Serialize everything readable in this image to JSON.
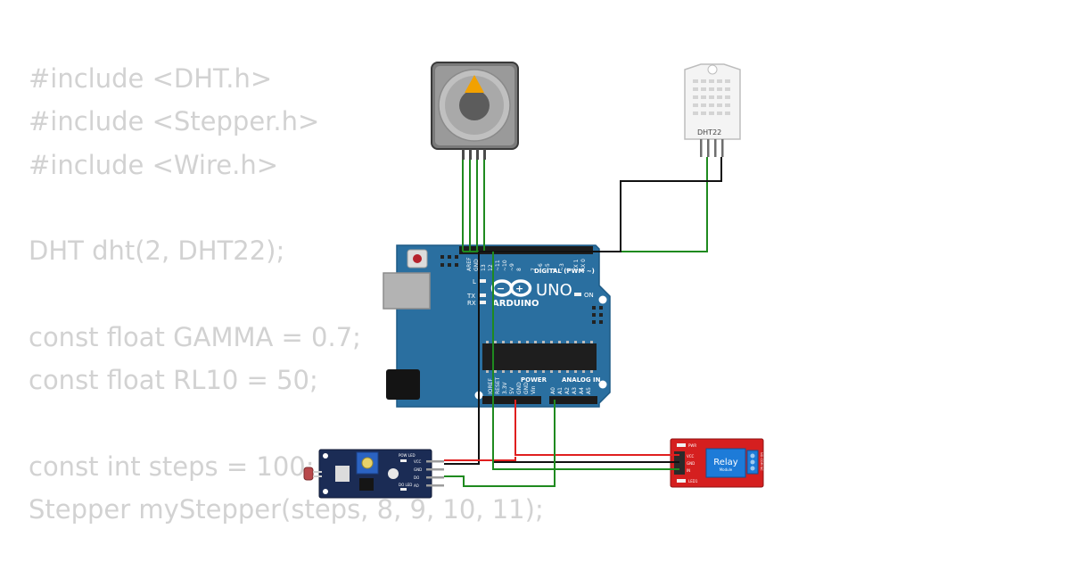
{
  "code_lines": [
    "#include <DHT.h>",
    "#include <Stepper.h>",
    "#include <Wire.h>",
    "",
    "DHT dht(2, DHT22);",
    "",
    "const float GAMMA = 0.7;",
    "const float RL10 = 50;",
    "",
    "const int steps = 100;",
    "Stepper myStepper(steps, 8, 9, 10, 11);"
  ],
  "board": {
    "uno_label": "UNO",
    "arduino_label": "ARDUINO",
    "digital_label": "DIGITAL (PWM ~)",
    "power_label": "POWER",
    "analog_label": "ANALOG IN",
    "on_label": "ON",
    "l_label": "L",
    "tx_label": "TX",
    "rx_label": "RX",
    "aref_label": "AREF",
    "gnd_label": "GND",
    "pin13_label": "13",
    "pin12_label": "12",
    "pin11_label": "~11",
    "pin10_label": "~10",
    "pin9_label": "~9",
    "pin8_label": "8",
    "pin7_label": "7",
    "pin6_label": "~6",
    "pin5_label": "~5",
    "pin4_label": "4",
    "pin3_label": "~3",
    "pin2_label": "2",
    "tx1_label": "TX 1",
    "rx0_label": "RX 0",
    "ioref_label": "IOREF",
    "reset_label": "RESET",
    "v33_label": "3.3V",
    "v5_label": "5V",
    "gnd1_label": "GND",
    "gnd2_label": "GND",
    "vin_label": "Vin",
    "a0_label": "A0",
    "a1_label": "A1",
    "a2_label": "A2",
    "a3_label": "A3",
    "a4_label": "A4",
    "a5_label": "A5"
  },
  "dht": {
    "label": "DHT22"
  },
  "ldr": {
    "vcc": "VCC",
    "gnd": "GND",
    "do": "DO",
    "ao": "AO",
    "pow_led": "POW LED",
    "do_led": "DO LED"
  },
  "relay": {
    "title": "Relay",
    "subtitle": "Module",
    "vcc": "VCC",
    "gnd": "GND",
    "in": "IN",
    "pwr": "PWR",
    "led1": "LED1",
    "terminals": "NO COM NC"
  },
  "colors": {
    "code_text": "#d2d2d2",
    "board_blue": "#2a6fa0",
    "wire_green": "#1f8a1f",
    "wire_black": "#111111",
    "wire_red": "#e01f1f",
    "relay_red": "#d51f1f",
    "relay_blue": "#1d7bd8",
    "ldr_blue": "#1b2c55",
    "stepper_grey": "#8e8e8e",
    "stepper_pointer": "#f2a100"
  }
}
